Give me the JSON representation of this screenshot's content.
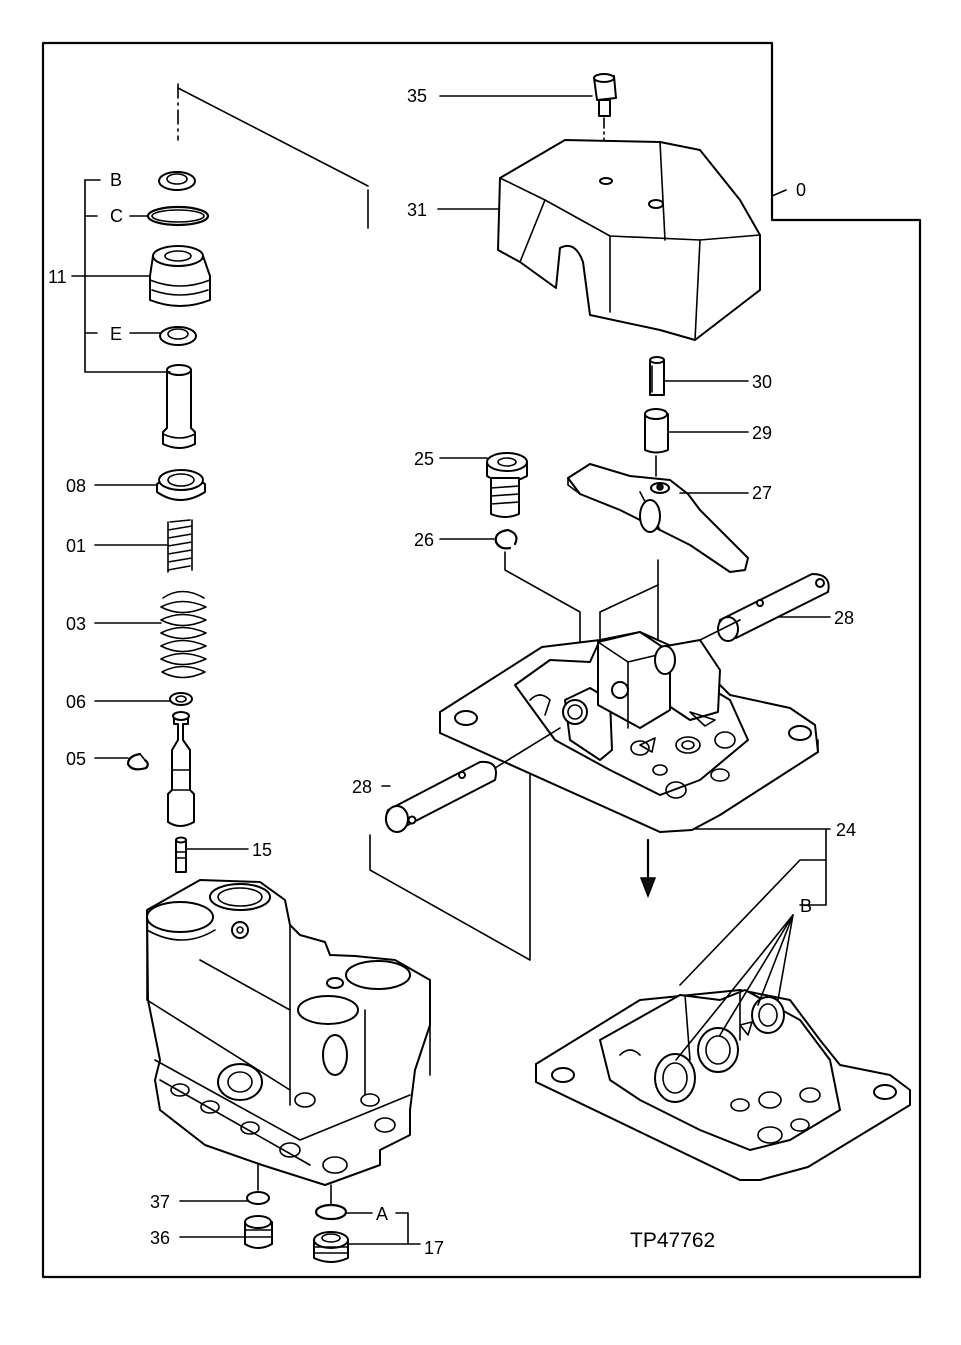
{
  "figure_code": "TP47762",
  "labels": {
    "l0": "0",
    "l35": "35",
    "l31": "31",
    "l30": "30",
    "l29": "29",
    "l27": "27",
    "l25": "25",
    "l26": "26",
    "l28a": "28",
    "l28b": "28",
    "l24": "24",
    "lB2": "B",
    "lB": "B",
    "lC": "C",
    "l11": "11",
    "lE": "E",
    "l08": "08",
    "l01": "01",
    "l03": "03",
    "l06": "06",
    "l05": "05",
    "l15": "15",
    "l37": "37",
    "l36": "36",
    "lA": "A",
    "l17": "17"
  }
}
